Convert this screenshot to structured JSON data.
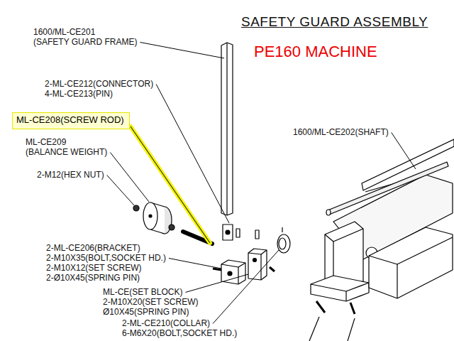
{
  "diagram": {
    "title": "SAFETY GUARD ASSEMBLY",
    "nodes": [
      {
        "text": [
          "ML-CE208(SCREW ROD)"
        ]
      }
    ],
    "labels": [
      "PE160 MACHINE",
      "1600/ML-CE201",
      "(SAFETY GUARD FRAME)",
      "2-ML-CE212(CONNECTOR)",
      "4-ML-CE213(PIN)",
      "ML-CE209",
      "(BALANCE WEIGHT)",
      "2-M12(HEX NUT)",
      "1600/ML-CE202(SHAFT)",
      "2-ML-CE206(BRACKET)",
      "2-M10X35(BOLT,SOCKET HD.)",
      "2-M10X12(SET SCREW)",
      "2-Ø10X45(SPRING PIN)",
      "ML-CE(SET BLOCK)",
      "2-M10X20(SET SCREW)",
      "Ø10X45(SPRING PIN)",
      "2-ML-CE210(COLLAR)",
      "6-M6X20(BOLT,SOCKET HD.)"
    ]
  }
}
